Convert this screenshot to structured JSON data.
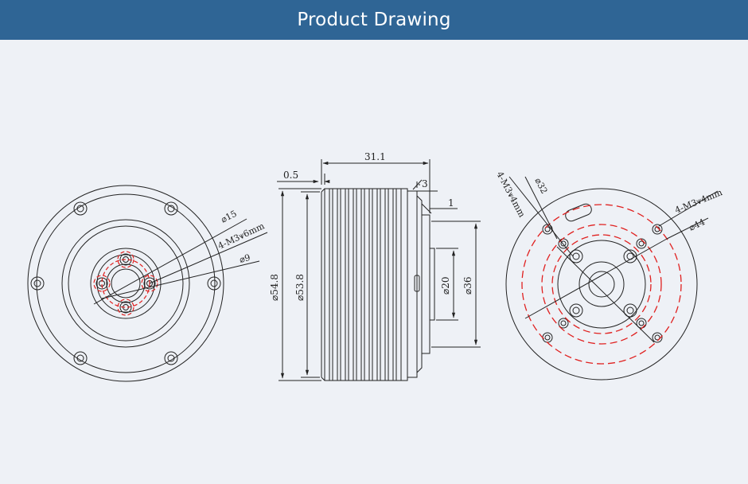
{
  "header": {
    "title": "Product Drawing"
  },
  "colors": {
    "banner": "#2f6595",
    "background": "#eef1f6",
    "line": "#222222",
    "hidden_line": "#e0201f"
  },
  "left_view": {
    "labels": {
      "dia_15": "⌀15",
      "thread": "4-M3⩛6mm",
      "dia_9": "⌀9"
    }
  },
  "side_view": {
    "labels": {
      "length": "31.1",
      "offset": "0.5",
      "step": "3",
      "shoulder": "1",
      "dia_outer": "⌀54.8",
      "dia_body": "⌀53.8",
      "dia_20": "⌀20",
      "dia_36": "⌀36"
    }
  },
  "right_view": {
    "labels": {
      "thread_inner": "4-M3⩛4mm",
      "dia_32": "⌀32",
      "thread_outer": "4-M3⩛4mm",
      "dia_44": "⌀44"
    }
  }
}
